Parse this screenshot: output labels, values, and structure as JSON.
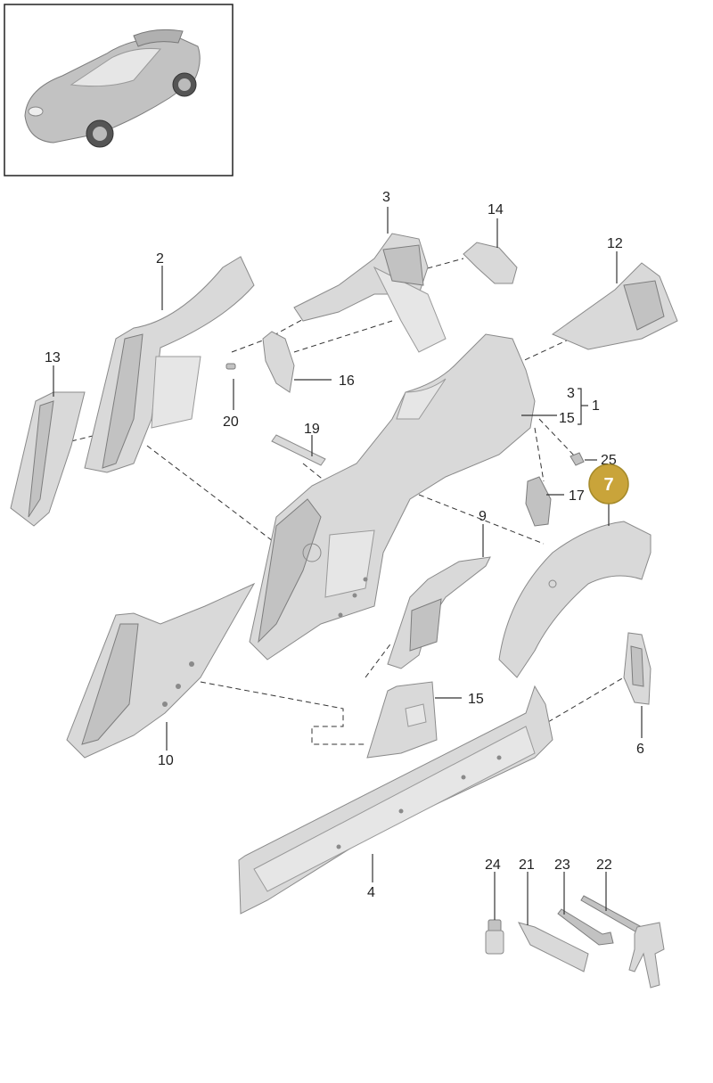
{
  "diagram": {
    "callouts": {
      "c1": "1",
      "c2": "2",
      "c3": "3",
      "c3b": "3",
      "c4": "4",
      "c6": "6",
      "c9": "9",
      "c10": "10",
      "c12": "12",
      "c13": "13",
      "c14": "14",
      "c15a": "15",
      "c15b": "15",
      "c16": "16",
      "c17": "17",
      "c19": "19",
      "c20": "20",
      "c21": "21",
      "c22": "22",
      "c23": "23",
      "c24": "24",
      "c25": "25"
    },
    "highlight": {
      "label": "7",
      "color": "#c9a43a"
    }
  }
}
